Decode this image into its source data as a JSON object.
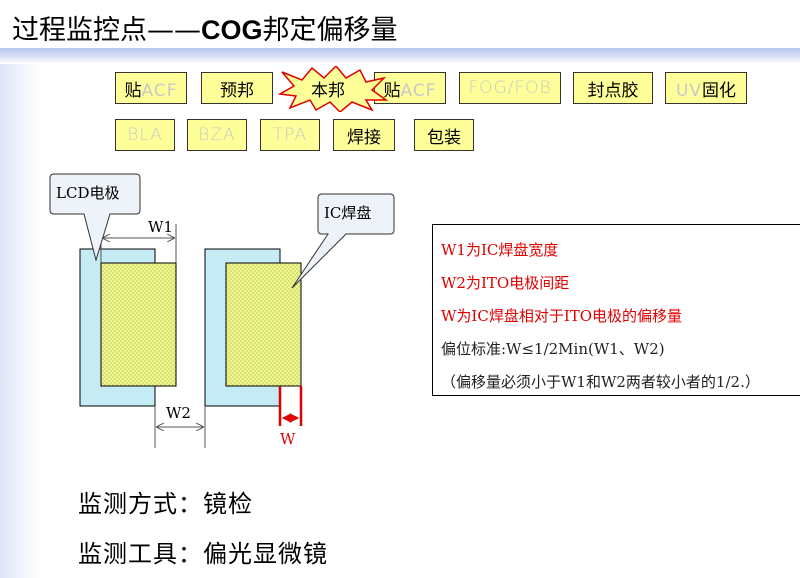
{
  "title": {
    "prefix": "过程监控点——",
    "bold": "COG",
    "suffix": "邦定偏移量"
  },
  "steps_row1": [
    {
      "label": "贴ACF",
      "style": "mixed"
    },
    {
      "label": "预邦",
      "style": "normal"
    },
    {
      "label": "本邦",
      "style": "current"
    },
    {
      "label": "贴ACF",
      "style": "mixed"
    },
    {
      "label": "FOG/FOB",
      "style": "faded"
    },
    {
      "label": "封点胶",
      "style": "normal"
    },
    {
      "label": "UV固化",
      "style": "mixed"
    }
  ],
  "steps_row2": [
    {
      "label": "BLA",
      "style": "faded"
    },
    {
      "label": "BZA",
      "style": "faded"
    },
    {
      "label": "TPA",
      "style": "faded"
    },
    {
      "label": "焊接",
      "style": "normal"
    },
    {
      "label": "包装",
      "style": "normal"
    }
  ],
  "diagram": {
    "callout_lcd": "LCD电极",
    "callout_ic": "IC焊盘",
    "w1": "W1",
    "w2": "W2",
    "w": "W"
  },
  "legend": {
    "line1": "W1为IC焊盘宽度",
    "line2": "W2为ITO电极间距",
    "line3": "W为IC焊盘相对于ITO电极的偏移量",
    "line4": "偏位标准:W≤1/2Min(W1、W2)",
    "line5": "（偏移量必须小于W1和W2两者较小者的1/2.）"
  },
  "inspection": {
    "method": "监测方式：镜检",
    "tool": "监测工具：偏光显微镜"
  },
  "colors": {
    "step_fill": "#ffff99",
    "lcd_fill": "#c5ecf5",
    "ic_fill": "#e8f08a",
    "accent_red": "#e00000",
    "band": "#b8c6ee"
  }
}
